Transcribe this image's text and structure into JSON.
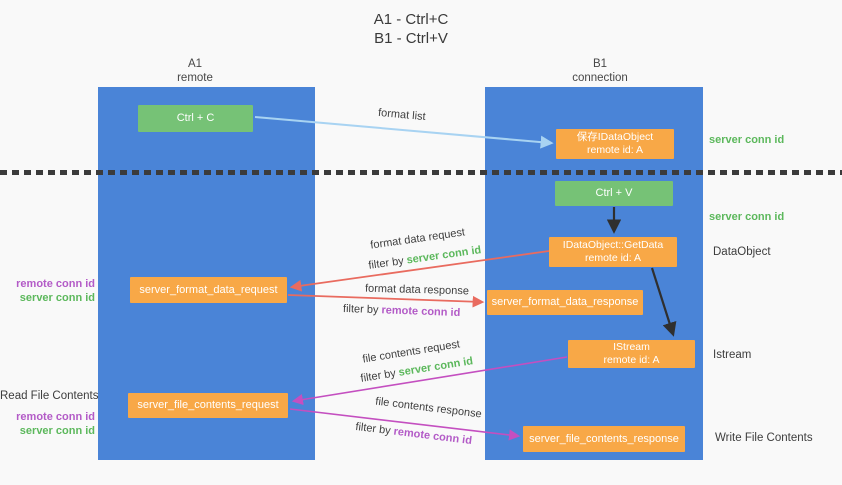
{
  "title": {
    "line1": "A1 - Ctrl+C",
    "line2": "B1 - Ctrl+V"
  },
  "columns": {
    "left": {
      "name": "A1",
      "subtitle": "remote"
    },
    "right": {
      "name": "B1",
      "subtitle": "connection"
    }
  },
  "nodes": {
    "ctrl_c": "Ctrl + C",
    "ctrl_v": "Ctrl + V",
    "save_dataobject": {
      "line1": "保存IDataObject",
      "line2": "remote id: A"
    },
    "getdata": {
      "line1": "IDataObject::GetData",
      "line2": "remote id: A"
    },
    "istream": {
      "line1": "IStream",
      "line2": "remote id: A"
    },
    "server_format_data_request": "server_format_data_request",
    "server_format_data_response": "server_format_data_response",
    "server_file_contents_request": "server_file_contents_request",
    "server_file_contents_response": "server_file_contents_response"
  },
  "arrow_labels": {
    "format_list": "format list",
    "format_data_request": "format data request",
    "format_data_response": "format data response",
    "file_contents_request": "file contents request",
    "file_contents_response": "file contents response",
    "filter_by": "filter by",
    "server_conn_id": "server conn id",
    "remote_conn_id": "remote conn id"
  },
  "side_labels": {
    "server_conn_id_top": "server conn id",
    "server_conn_id_mid": "server conn id",
    "dataobject": "DataObject",
    "istream": "Istream",
    "read_file_contents": "Read File Contents",
    "write_file_contents": "Write File Contents",
    "remote_conn_id": "remote conn id",
    "server_conn_id": "server conn id"
  },
  "colors": {
    "column_blue": "#4a84d7",
    "box_green": "#76c276",
    "box_orange": "#f8a847",
    "arrow_red": "#e96b5f",
    "arrow_magenta": "#c44fc0",
    "arrow_lightblue": "#a8d3f2",
    "arrow_black": "#2f2f2f",
    "label_green": "#5cb85c",
    "label_purple": "#b35bc7"
  }
}
